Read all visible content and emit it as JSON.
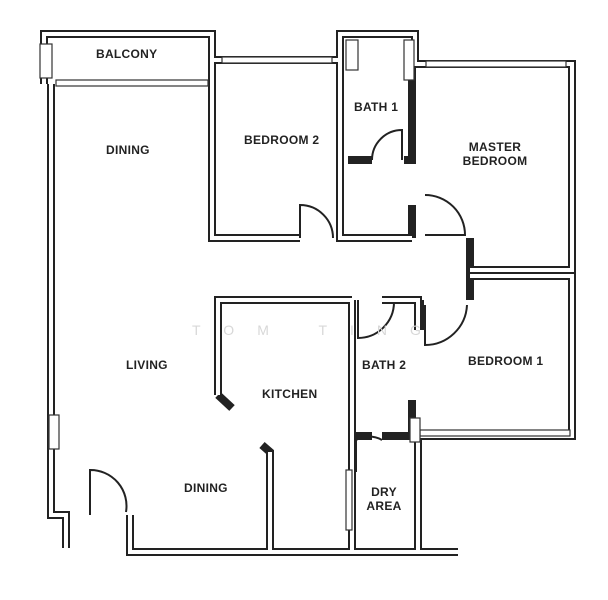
{
  "rooms": {
    "balcony": "BALCONY",
    "dining_top": "DINING",
    "bedroom2": "BEDROOM 2",
    "bath1": "BATH 1",
    "master_bedroom_line1": "MASTER",
    "master_bedroom_line2": "BEDROOM",
    "living": "LIVING",
    "kitchen": "KITCHEN",
    "bath2": "BATH 2",
    "bedroom1": "BEDROOM 1",
    "dining_bottom": "DINING",
    "dry_area_line1": "DRY",
    "dry_area_line2": "AREA"
  },
  "watermark": "TOM TING"
}
